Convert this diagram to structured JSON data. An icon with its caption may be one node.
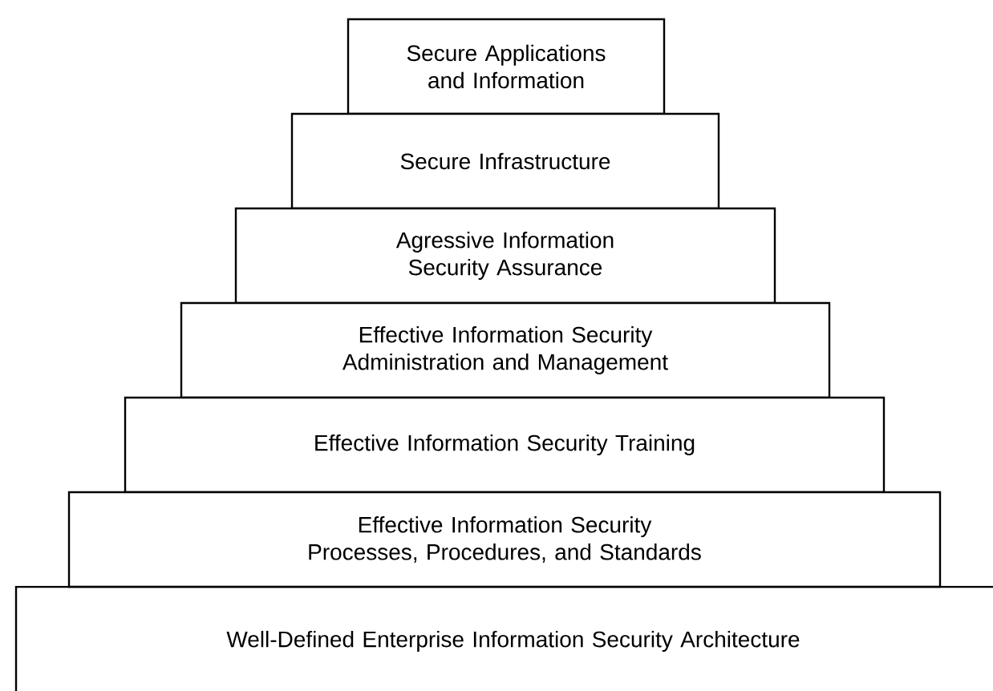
{
  "diagram": {
    "nodes": [
      {
        "text": [
          "Secure Applications and Information"
        ]
      },
      {
        "text": [
          "Secure Infrastructure"
        ]
      },
      {
        "text": [
          "Agressive Information Security Assurance"
        ]
      },
      {
        "text": [
          "Effective Information Security Administration and Management"
        ]
      },
      {
        "text": [
          "Effective Information Security Training"
        ]
      },
      {
        "text": [
          "Effective Information Security Processes, Procedures, and Standards"
        ]
      },
      {
        "text": [
          "Well-Defined Enterprise Information Security Architecture"
        ]
      }
    ]
  }
}
